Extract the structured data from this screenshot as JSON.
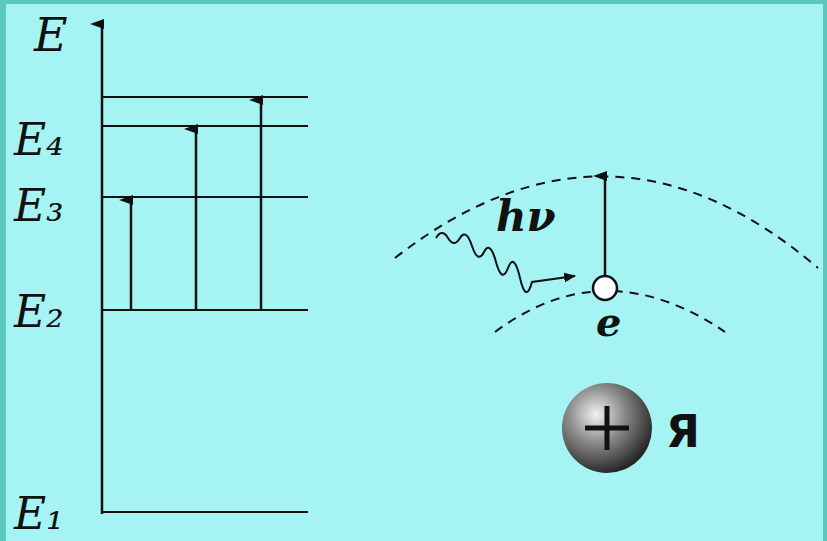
{
  "diagram": {
    "labels": [
      "E",
      "E₄",
      "E₃",
      "E₂",
      "E₁",
      "hν",
      "e",
      "Я"
    ]
  }
}
